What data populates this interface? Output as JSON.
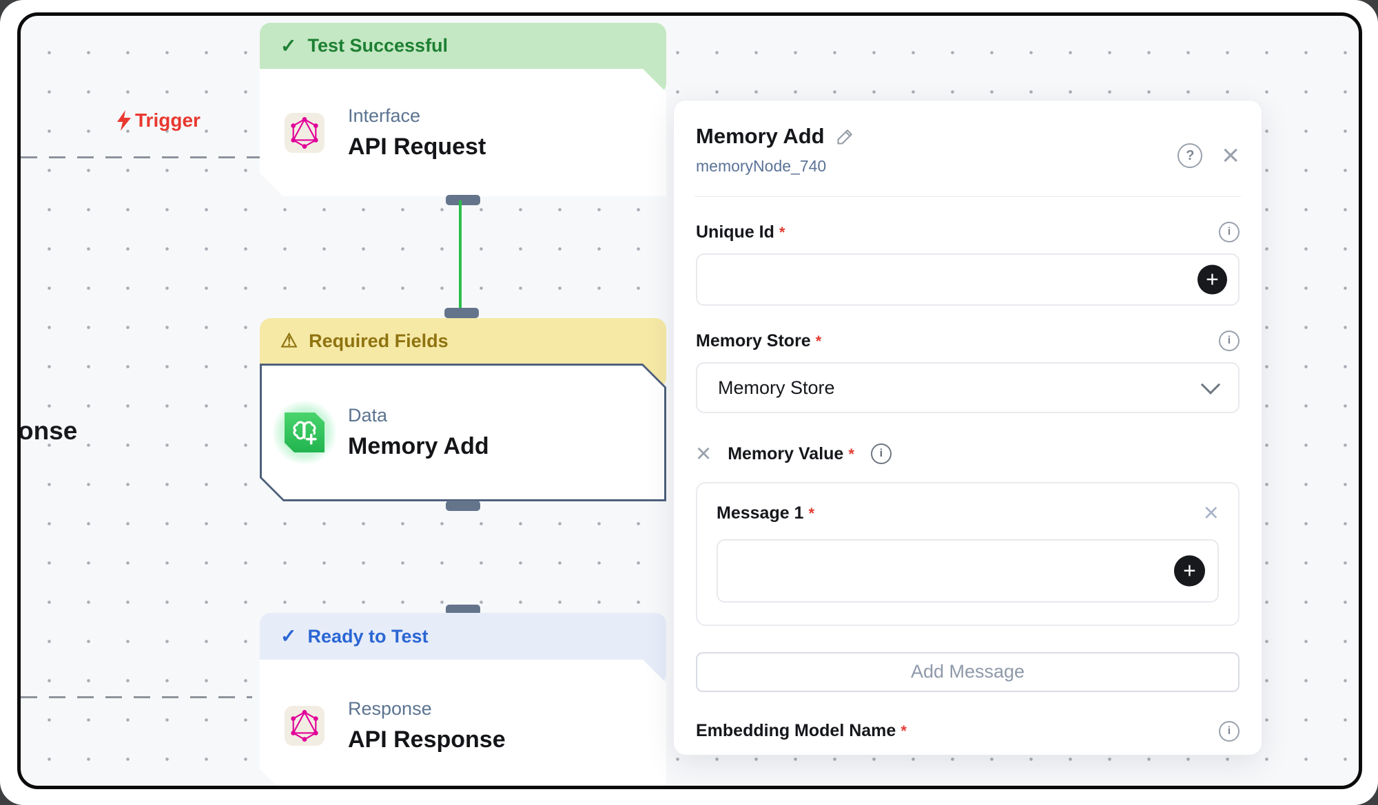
{
  "icons": {
    "check": "✓",
    "warning": "⚠",
    "close": "×",
    "plus": "+",
    "question": "?",
    "info": "i",
    "required_mark": "*",
    "trigger_bolt": "lightning-bolt"
  },
  "canvas": {
    "trigger_label": "Trigger",
    "clipped_text": "onse",
    "nodes": [
      {
        "status": "Test Successful",
        "category": "Interface",
        "title": "API Request",
        "icon": "graphql"
      },
      {
        "status": "Required Fields",
        "category": "Data",
        "title": "Memory Add",
        "icon": "brain-add"
      },
      {
        "status": "Ready to Test",
        "category": "Response",
        "title": "API Response",
        "icon": "graphql"
      }
    ]
  },
  "panel": {
    "title": "Memory Add",
    "subtitle": "memoryNode_740",
    "unique_id_label": "Unique Id",
    "memory_store_label": "Memory Store",
    "memory_store_value": "Memory Store",
    "memory_value_label": "Memory Value",
    "message_label": "Message 1",
    "add_message_label": "Add Message",
    "embedding_label": "Embedding Model Name"
  },
  "colors": {
    "canvas_bg": "#f7f8fa",
    "frame_border": "#0b0b0c",
    "trigger_red": "#e8382f",
    "banner_success_bg": "#c4e8c3",
    "banner_success_text": "#1d7f33",
    "banner_warning_bg": "#f6e9a6",
    "banner_warning_text": "#8f7310",
    "banner_ready_bg": "#e7ecf9",
    "banner_ready_text": "#2a66d4",
    "node_selected_border": "#4e607b",
    "edge_green": "#2abf4a",
    "handle_slate": "#64748b",
    "graphql_pink": "#e10098",
    "brain_icon_green": "#21b44f",
    "category_text": "#5b7390",
    "subtitle_blue": "#5b7397",
    "required_red": "#e23c32",
    "plus_btn_bg": "#17191c",
    "muted_button_text": "#8e99a9"
  }
}
